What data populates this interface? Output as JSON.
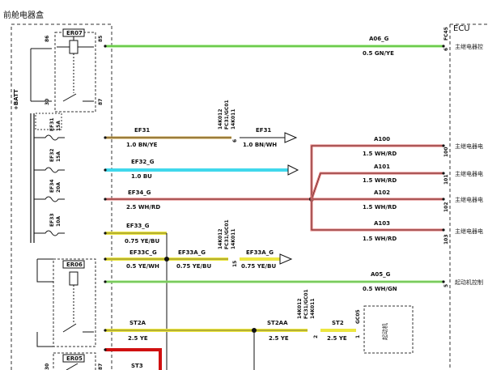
{
  "box_title": "前舱电器盒",
  "ecu_label": "ECU",
  "batt_label": "+BATT",
  "relays": [
    {
      "name": "ER07",
      "pins": [
        "86",
        "85",
        "30",
        "87"
      ]
    },
    {
      "name": "ER06"
    },
    {
      "name": "ER05",
      "pins": [
        "30",
        "87"
      ]
    }
  ],
  "fuses": [
    {
      "name": "EF31",
      "rating": "15A"
    },
    {
      "name": "EF32",
      "rating": "15A"
    },
    {
      "name": "EF34",
      "rating": "20A"
    },
    {
      "name": "EF33",
      "rating": "10A"
    }
  ],
  "wires": [
    {
      "label": "A06_G",
      "spec": "0.5 GN/YE",
      "color": "#7ee05a",
      "pin": "6",
      "connector": "FC45",
      "target": "主继电器控"
    },
    {
      "label": "EF31",
      "spec": "1.0 BN/YE",
      "color": "#c8a14a",
      "pin": "6"
    },
    {
      "label": "EF31",
      "spec": "1.0 BN/WH"
    },
    {
      "label": "EF32_G",
      "spec": "1.0 BU",
      "color": "#40d8ec"
    },
    {
      "label": "EF34_G",
      "spec": "2.5 WH/RD",
      "color": "#e07070"
    },
    {
      "label": "A100",
      "spec": "1.5 WH/RD",
      "pin": "100",
      "target": "主继电器电"
    },
    {
      "label": "A101",
      "spec": "1.5 WH/RD",
      "pin": "101",
      "target": "主继电器电"
    },
    {
      "label": "A102",
      "spec": "1.5 WH/RD",
      "pin": "102",
      "target": "主继电器电"
    },
    {
      "label": "A103",
      "spec": "1.5 WH/RD",
      "pin": "103",
      "target": "主继电器电"
    },
    {
      "label": "EF33_G",
      "spec": "0.75 YE/BU",
      "color": "#ece640"
    },
    {
      "label": "EF33C_G",
      "spec": "0.5 YE/WH",
      "color": "#ece640"
    },
    {
      "label": "EF33A_G",
      "spec": "0.75 YE/BU",
      "color": "#ece640"
    },
    {
      "label": "EF33A_G",
      "spec": "0.75 YE/BU",
      "pin": "15"
    },
    {
      "label": "A05_G",
      "spec": "0.5 WH/GN",
      "color": "#90e070",
      "pin": "5",
      "target": "起动机控制"
    },
    {
      "label": "ST2A",
      "spec": "2.5 YE",
      "color": "#ece640"
    },
    {
      "label": "ST2AA",
      "spec": "2.5 YE",
      "pin": "2"
    },
    {
      "label": "ST2",
      "spec": "2.5 YE",
      "pin": "1",
      "connector": "GC05"
    },
    {
      "label": "ST3",
      "color": "#d01010"
    }
  ],
  "splice_codes": [
    "14K012",
    "FC31/GC01",
    "14K011"
  ],
  "starter_label": "起动机",
  "target_main_relay_short": "主继电器电"
}
